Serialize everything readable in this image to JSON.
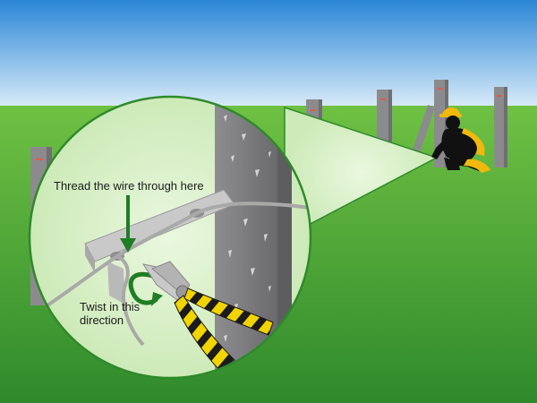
{
  "annotations": {
    "thread_label": "Thread the wire through here",
    "twist_label_line1": "Twist in this",
    "twist_label_line2": "direction"
  },
  "colors": {
    "sky_top": "#2a86d6",
    "sky_bottom": "#e8f4fb",
    "grass_top": "#6fc143",
    "grass_bottom": "#2f8a2c",
    "post": "#8b8b8e",
    "post_dark": "#6f6f72",
    "post_mark": "#e25a4a",
    "callout_fill": "#d8f0c8",
    "callout_border": "#2e8a2a",
    "arrow_green": "#1f7d24",
    "worker_silhouette": "#111111",
    "worker_suit": "#f0b90b",
    "plier_handle_yellow": "#f2d400",
    "plier_handle_black": "#1b1b1b",
    "metal": "#c9c9c9",
    "wire": "#a9a9a9"
  },
  "icons": [
    "concrete-post",
    "fence-wire",
    "pliers-icon",
    "twist-direction-arrow-icon",
    "down-arrow-icon",
    "worker-figure"
  ]
}
